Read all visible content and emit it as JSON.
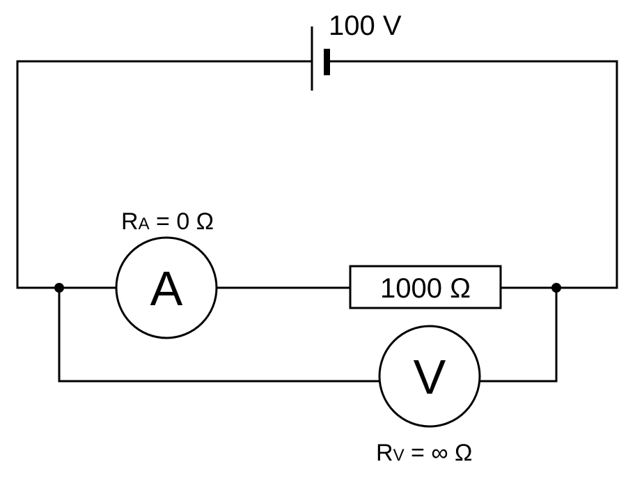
{
  "battery": {
    "label": "100 V"
  },
  "ammeter": {
    "symbol": "A",
    "label_main": "R",
    "label_sub": "A",
    "label_rest": " = 0 Ω"
  },
  "resistor": {
    "label": "1000 Ω"
  },
  "voltmeter": {
    "symbol": "V",
    "label_main": "R",
    "label_sub": "V",
    "label_rest": " = ∞ Ω"
  },
  "colors": {
    "line": "#000000",
    "background": "#ffffff"
  }
}
